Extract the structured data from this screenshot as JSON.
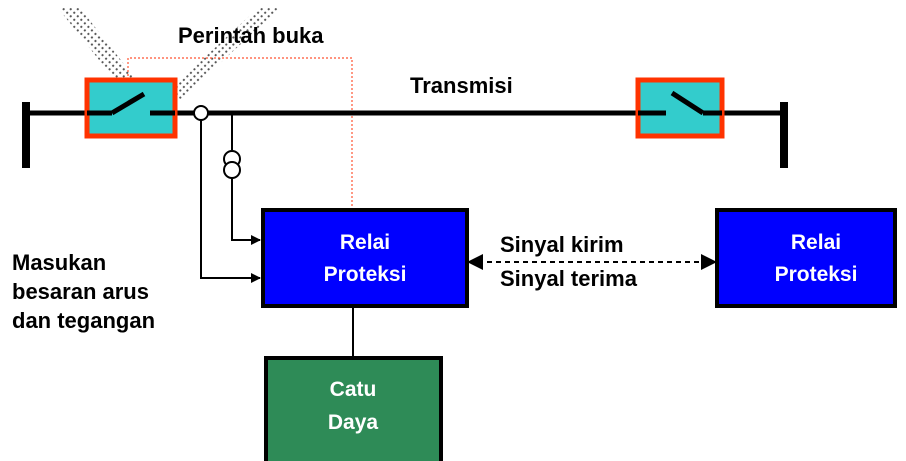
{
  "labels": {
    "open_command": "Perintah buka",
    "transmission": "Transmisi",
    "input_line1": "Masukan",
    "input_line2": "besaran arus",
    "input_line3": "dan tegangan",
    "signal_send": "Sinyal kirim",
    "signal_receive": "Sinyal terima"
  },
  "relay_left": {
    "line1": "Relai",
    "line2": "Proteksi"
  },
  "relay_right": {
    "line1": "Relai",
    "line2": "Proteksi"
  },
  "power_supply": {
    "line1": "Catu",
    "line2": "Daya"
  },
  "colors": {
    "relay_fill": "#0000ff",
    "power_fill": "#2e8b57",
    "breaker_fill": "#33cccc",
    "breaker_border": "#ff3300",
    "command_line": "#ff5533",
    "line": "#000000"
  },
  "icons": {
    "breaker": "circuit-breaker-icon",
    "current_transformer": "current-transformer-icon",
    "voltage_transformer": "voltage-transformer-icon",
    "lightning": "lightning-strike-icon"
  }
}
